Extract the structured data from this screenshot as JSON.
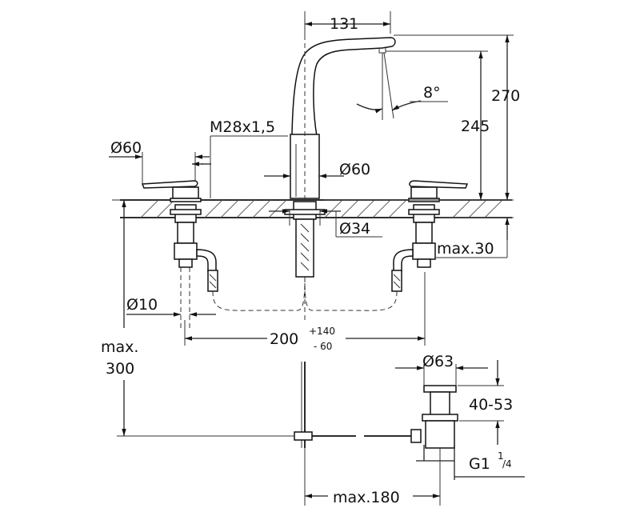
{
  "dimensions": {
    "spout_reach": "131",
    "height_total": "270",
    "height_spout": "245",
    "angle": "8°",
    "thread": "M28x1,5",
    "handle_diameter": "Ø60",
    "body_diameter": "Ø60",
    "hole_diameter": "Ø34",
    "deck_thickness": "max.30",
    "pipe_diameter": "Ø10",
    "spread": "200",
    "spread_plus": "+140",
    "spread_minus": "- 60",
    "height_under_max": "max.",
    "height_under_value": "300",
    "waste_diameter": "Ø63",
    "waste_range": "40-53",
    "waste_thread": "G1",
    "waste_thread_num": "1",
    "waste_thread_den": "/4",
    "waste_reach": "max.180"
  },
  "colors": {
    "line": "#222222",
    "hatch": "#555555",
    "background": "#ffffff"
  }
}
